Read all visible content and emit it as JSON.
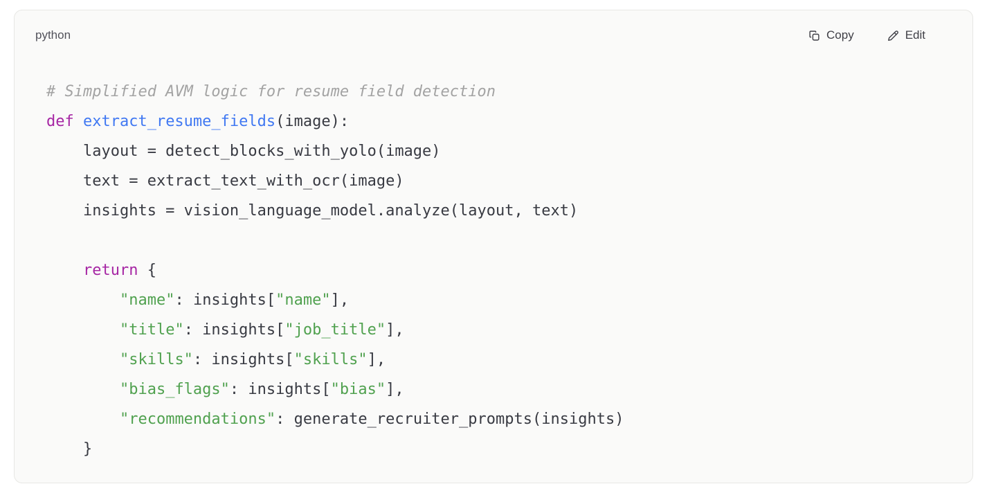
{
  "code_block": {
    "language": "python",
    "actions": {
      "copy_label": "Copy",
      "edit_label": "Edit"
    },
    "syntax_colors": {
      "comment": "#a3a3a3",
      "keyword": "#a626a4",
      "func": "#4078f2",
      "string": "#50a14f",
      "plain": "#383a42"
    },
    "lines": [
      [
        [
          "comment",
          "# Simplified AVM logic for resume field detection"
        ]
      ],
      [
        [
          "keyword",
          "def "
        ],
        [
          "func",
          "extract_resume_fields"
        ],
        [
          "plain",
          "(image):"
        ]
      ],
      [
        [
          "plain",
          "    layout = detect_blocks_with_yolo(image)"
        ]
      ],
      [
        [
          "plain",
          "    text = extract_text_with_ocr(image)"
        ]
      ],
      [
        [
          "plain",
          "    insights = vision_language_model.analyze(layout, text)"
        ]
      ],
      [],
      [
        [
          "plain",
          "    "
        ],
        [
          "keyword",
          "return"
        ],
        [
          "plain",
          " {"
        ]
      ],
      [
        [
          "plain",
          "        "
        ],
        [
          "string",
          "\"name\""
        ],
        [
          "plain",
          ": insights["
        ],
        [
          "string",
          "\"name\""
        ],
        [
          "plain",
          "],"
        ]
      ],
      [
        [
          "plain",
          "        "
        ],
        [
          "string",
          "\"title\""
        ],
        [
          "plain",
          ": insights["
        ],
        [
          "string",
          "\"job_title\""
        ],
        [
          "plain",
          "],"
        ]
      ],
      [
        [
          "plain",
          "        "
        ],
        [
          "string",
          "\"skills\""
        ],
        [
          "plain",
          ": insights["
        ],
        [
          "string",
          "\"skills\""
        ],
        [
          "plain",
          "],"
        ]
      ],
      [
        [
          "plain",
          "        "
        ],
        [
          "string",
          "\"bias_flags\""
        ],
        [
          "plain",
          ": insights["
        ],
        [
          "string",
          "\"bias\""
        ],
        [
          "plain",
          "],"
        ]
      ],
      [
        [
          "plain",
          "        "
        ],
        [
          "string",
          "\"recommendations\""
        ],
        [
          "plain",
          ": generate_recruiter_prompts(insights)"
        ]
      ],
      [
        [
          "plain",
          "    }"
        ]
      ]
    ]
  }
}
